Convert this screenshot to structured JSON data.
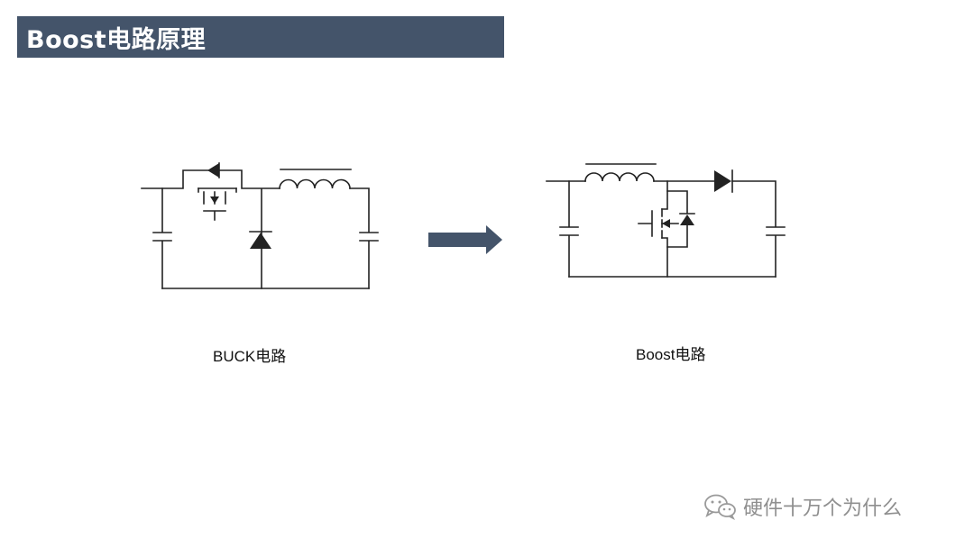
{
  "header": {
    "title": "Boost电路原理"
  },
  "diagrams": {
    "buck": {
      "caption": "BUCK电路"
    },
    "boost": {
      "caption": "Boost电路"
    }
  },
  "watermark": {
    "text": "硬件十万个为什么",
    "icon": "wechat-icon"
  },
  "colors": {
    "title_bar": "#44546a",
    "arrow": "#44546a",
    "circuit": "#222222",
    "watermark": "#8f8f8f"
  }
}
